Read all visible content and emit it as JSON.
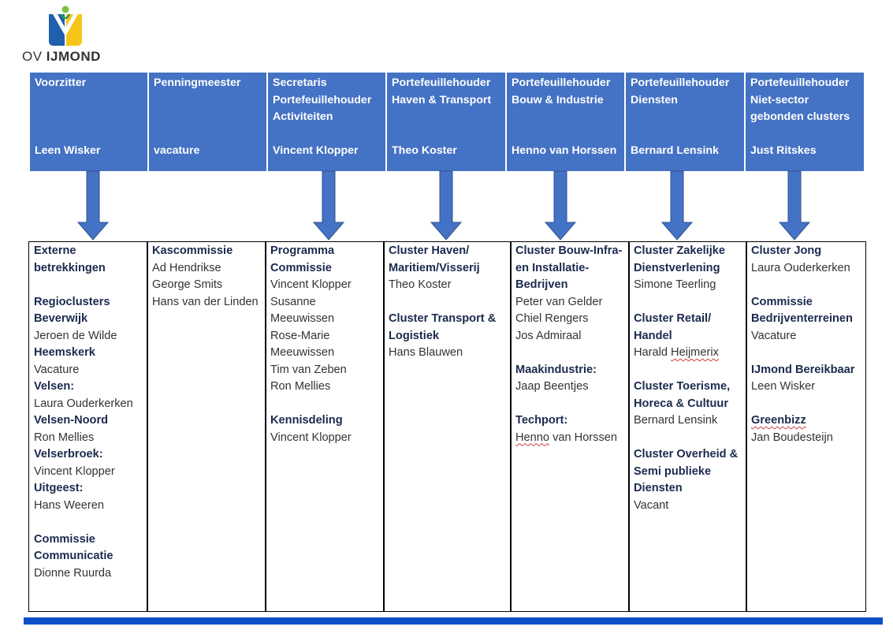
{
  "logo": {
    "name_light": "OV ",
    "name_bold": "IJMOND"
  },
  "colors": {
    "header_bg": "#4472c4",
    "header_text": "#ffffff",
    "arrow": "#4472c4",
    "footer_bar": "#0d4fc7",
    "body_title": "#1b2a4e"
  },
  "headers": [
    {
      "role": "Voorzitter",
      "name": "Leen Wisker"
    },
    {
      "role": "Penningmeester",
      "name": "vacature"
    },
    {
      "role": "Secretaris Portefeuillehouder Activiteiten",
      "name": "Vincent Klopper"
    },
    {
      "role": "Portefeuillehouder Haven & Transport",
      "name": "Theo Koster"
    },
    {
      "role": "Portefeuillehouder Bouw & Industrie",
      "name": "Henno van Horssen"
    },
    {
      "role": "Portefeuillehouder Diensten",
      "name": "Bernard Lensink"
    },
    {
      "role": "Portefeuillehouder Niet-sector gebonden clusters",
      "name": "Just Ritskes"
    }
  ],
  "columns": [
    [
      {
        "t": "Externe betrekkingen"
      },
      {
        "gap": true
      },
      {
        "t": "Regioclusters"
      },
      {
        "t": "Beverwijk"
      },
      {
        "p": "Jeroen de Wilde"
      },
      {
        "t": "Heemskerk"
      },
      {
        "p": "Vacature"
      },
      {
        "t": "Velsen:"
      },
      {
        "p": "Laura Ouderkerken"
      },
      {
        "t": "Velsen-Noord"
      },
      {
        "p": "Ron Mellies"
      },
      {
        "t": "Velserbroek:"
      },
      {
        "p": "Vincent Klopper"
      },
      {
        "t": "Uitgeest:"
      },
      {
        "p": "Hans Weeren"
      },
      {
        "gap": true
      },
      {
        "t": "Commissie Communicatie"
      },
      {
        "p": "Dionne Ruurda"
      }
    ],
    [
      {
        "t": "Kascommissie"
      },
      {
        "p": "Ad Hendrikse"
      },
      {
        "p": "George Smits"
      },
      {
        "p": "Hans van der Linden"
      }
    ],
    [
      {
        "t": "Programma Commissie"
      },
      {
        "p": "Vincent Klopper"
      },
      {
        "p": "Susanne Meeuwissen"
      },
      {
        "p": "Rose-Marie Meeuwissen"
      },
      {
        "p": "Tim van Zeben"
      },
      {
        "p": "Ron Mellies"
      },
      {
        "gap": true
      },
      {
        "t": "Kennisdeling"
      },
      {
        "p": "Vincent Klopper"
      }
    ],
    [
      {
        "t": "Cluster Haven/ Maritiem/Visserij"
      },
      {
        "p": "Theo Koster"
      },
      {
        "gap": true
      },
      {
        "t": "Cluster Transport & Logistiek"
      },
      {
        "p": "Hans Blauwen"
      }
    ],
    [
      {
        "t": "Cluster Bouw-Infra- en Installatie-Bedrijven"
      },
      {
        "p": "Peter van Gelder"
      },
      {
        "p": "Chiel Rengers"
      },
      {
        "p": "Jos Admiraal"
      },
      {
        "gap": true
      },
      {
        "t": "Maakindustrie:"
      },
      {
        "p": "Jaap Beentjes"
      },
      {
        "gap": true
      },
      {
        "t": "Techport:"
      },
      {
        "p": "Henno van Horssen",
        "squig": "Henno"
      }
    ],
    [
      {
        "t": "Cluster Zakelijke Dienstverlening"
      },
      {
        "p": "Simone Teerling"
      },
      {
        "gap": true
      },
      {
        "t": "Cluster Retail/ Handel"
      },
      {
        "p": "Harald Heijmerix",
        "squig": "Heijmerix"
      },
      {
        "gap": true
      },
      {
        "t": "Cluster Toerisme, Horeca & Cultuur"
      },
      {
        "p": "Bernard Lensink"
      },
      {
        "gap": true
      },
      {
        "t": "Cluster Overheid & Semi publieke Diensten"
      },
      {
        "p": "Vacant"
      }
    ],
    [
      {
        "t": "Cluster Jong"
      },
      {
        "p": "Laura Ouderkerken"
      },
      {
        "gap": true
      },
      {
        "t": "Commissie Bedrijventerreinen"
      },
      {
        "p": "Vacature"
      },
      {
        "gap": true
      },
      {
        "t": "IJmond Bereikbaar"
      },
      {
        "p": "Leen Wisker"
      },
      {
        "gap": true
      },
      {
        "t": "Greenbizz",
        "squig": "Greenbizz"
      },
      {
        "p": "Jan Boudesteijn"
      }
    ]
  ]
}
